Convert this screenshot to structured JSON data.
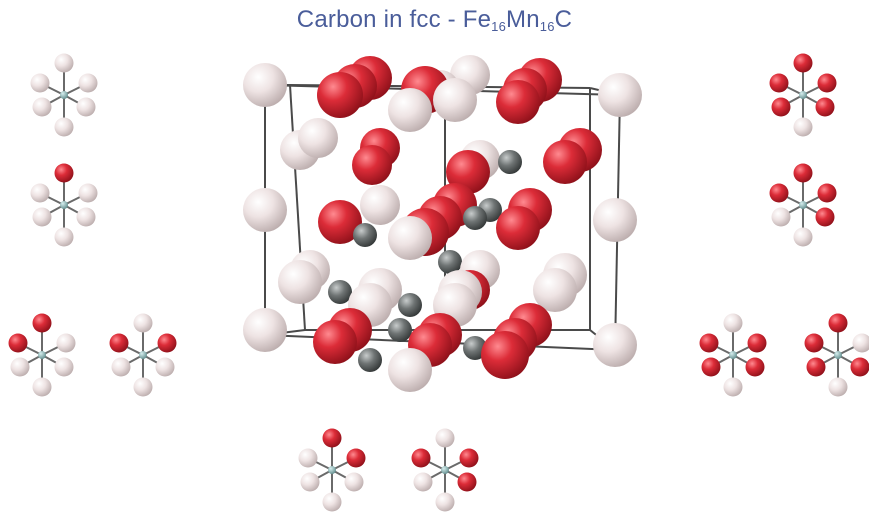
{
  "title": {
    "prefix": "Carbon in fcc - Fe",
    "sub1": "16",
    "mid": "Mn",
    "sub2": "16",
    "suffix": "C"
  },
  "colors": {
    "title": "#4a5d9a",
    "fe_atom": "#e8dcdc",
    "mn_atom": "#d42a36",
    "carbon_atom": "#6b6f70",
    "center_atom": "#7fa8a8",
    "bond": "#555555"
  },
  "octahedra": [
    {
      "id": "oct-1",
      "mn": [
        false,
        false,
        false,
        false,
        false,
        false
      ]
    },
    {
      "id": "oct-2",
      "mn": [
        true,
        false,
        false,
        false,
        false,
        false
      ]
    },
    {
      "id": "oct-3",
      "mn": [
        true,
        false,
        true,
        false,
        false,
        false
      ]
    },
    {
      "id": "oct-4",
      "mn": [
        false,
        true,
        true,
        false,
        false,
        false
      ]
    },
    {
      "id": "oct-5",
      "mn": [
        true,
        true,
        true,
        true,
        true,
        false
      ]
    },
    {
      "id": "oct-6",
      "mn": [
        true,
        true,
        true,
        true,
        false,
        false
      ]
    },
    {
      "id": "oct-7",
      "mn": [
        false,
        true,
        true,
        true,
        true,
        false
      ]
    },
    {
      "id": "oct-8",
      "mn": [
        true,
        false,
        true,
        true,
        true,
        false
      ]
    },
    {
      "id": "oct-9",
      "mn": [
        true,
        true,
        false,
        false,
        false,
        false
      ]
    },
    {
      "id": "oct-10",
      "mn": [
        false,
        true,
        true,
        true,
        false,
        false
      ]
    }
  ]
}
